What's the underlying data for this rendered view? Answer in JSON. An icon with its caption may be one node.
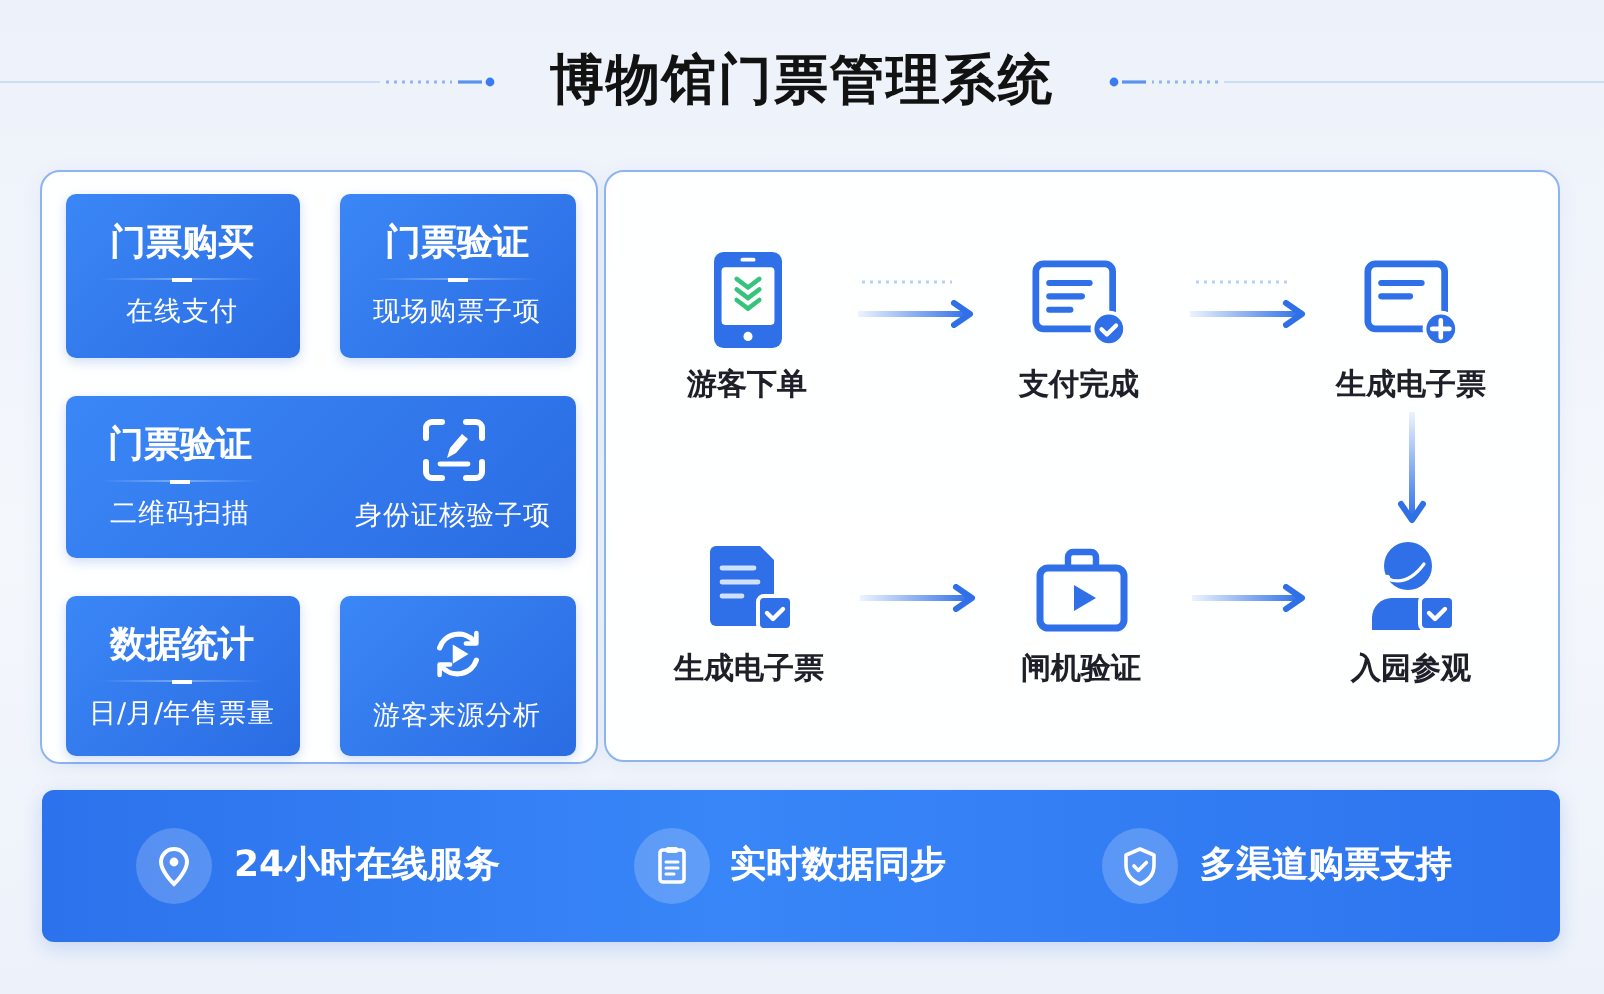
{
  "diagram": {
    "title": "博物馆门票管理系统",
    "nodes": [
      {
        "text": [],
        "shape": "box"
      },
      {
        "text": [
          "门票购买",
          "在线支付"
        ],
        "in": 0
      },
      {
        "text": [
          "门票验证",
          "现场购票子项"
        ],
        "in": 0
      },
      {
        "text": [
          "门票验证",
          "二维码扫描",
          "身份证核验子项"
        ],
        "in": 0
      },
      {
        "text": [
          "数据统计",
          "日/月/年售票量"
        ],
        "in": 0
      },
      {
        "text": [
          "游客来源分析"
        ],
        "in": 0
      },
      {
        "text": [],
        "shape": "box"
      },
      {
        "text": [
          "游客下单"
        ],
        "in": 6
      },
      {
        "text": [
          "支付完成"
        ],
        "in": 6
      },
      {
        "text": [
          "生成电子票"
        ],
        "in": 6
      },
      {
        "text": [
          "生成电子票"
        ],
        "in": 6
      },
      {
        "text": [
          "闸机验证"
        ],
        "in": 6
      },
      {
        "text": [
          "入园参观"
        ],
        "in": 6
      },
      {
        "text": [
          "24小时在线服务",
          "实时数据同步",
          "多渠道购票支持"
        ]
      }
    ],
    "edges": [
      {
        "from": 7,
        "to": 8,
        "arrow": "to"
      },
      {
        "from": 8,
        "to": 9,
        "arrow": "to"
      },
      {
        "from": 9,
        "to": 12,
        "arrow": "to"
      },
      {
        "from": 10,
        "to": 11,
        "arrow": "to"
      },
      {
        "from": 11,
        "to": 12,
        "arrow": "to"
      }
    ]
  }
}
